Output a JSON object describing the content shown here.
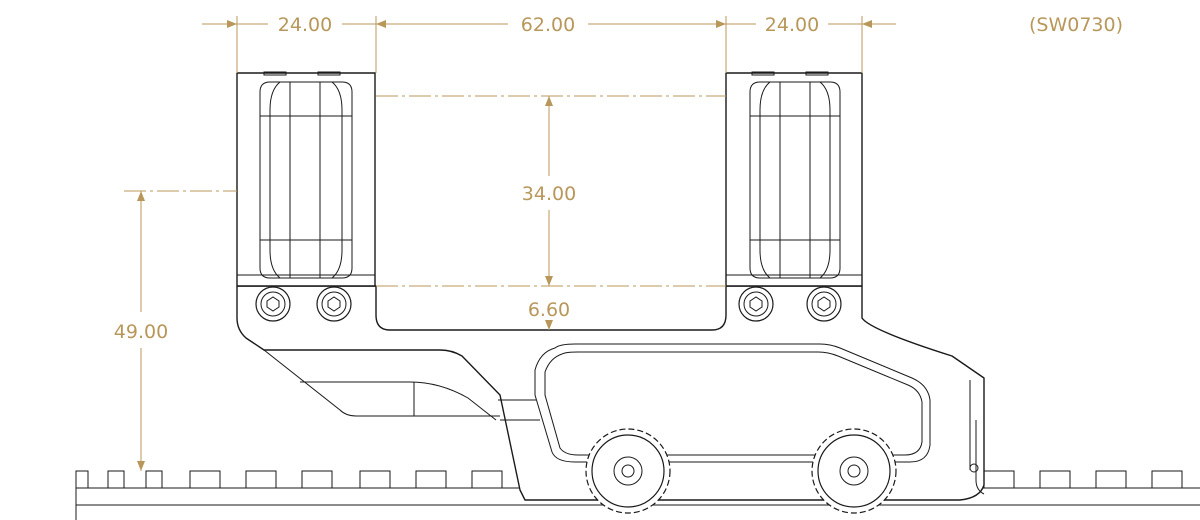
{
  "part_number": "(SW0730)",
  "dimensions": {
    "ring_width_left": "24.00",
    "ring_spacing": "62.00",
    "ring_width_right": "24.00",
    "tube_diameter": "34.00",
    "ring_gap": "6.60",
    "center_height": "49.00"
  },
  "colors": {
    "dimension": "#B8975A",
    "outline": "#1a1a1a"
  }
}
